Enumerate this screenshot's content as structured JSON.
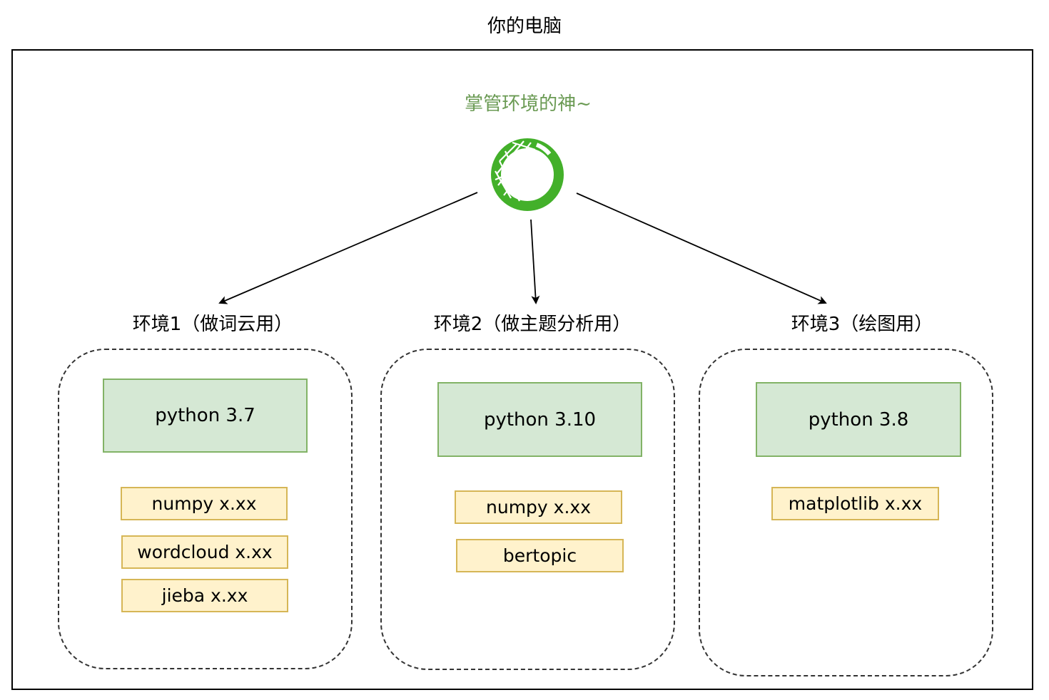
{
  "diagram": {
    "title": "你的电脑",
    "manager": {
      "label": "掌管环境的神~",
      "icon": "anaconda-logo-icon",
      "color": "#6a9a53"
    },
    "environments": [
      {
        "label": "环境1（做词云用）",
        "python": "python 3.7",
        "packages": [
          "numpy x.xx",
          "wordcloud x.xx",
          "jieba x.xx"
        ]
      },
      {
        "label": "环境2（做主题分析用）",
        "python": "python 3.10",
        "packages": [
          "numpy x.xx",
          "bertopic"
        ]
      },
      {
        "label": "环境3（绘图用）",
        "python": "python 3.8",
        "packages": [
          "matplotlib x.xx"
        ]
      }
    ],
    "colors": {
      "python_fill": "#d5e8d4",
      "python_border": "#82b366",
      "package_fill": "#fff2cc",
      "package_border": "#d6b656",
      "logo_green": "#43b02a"
    }
  }
}
